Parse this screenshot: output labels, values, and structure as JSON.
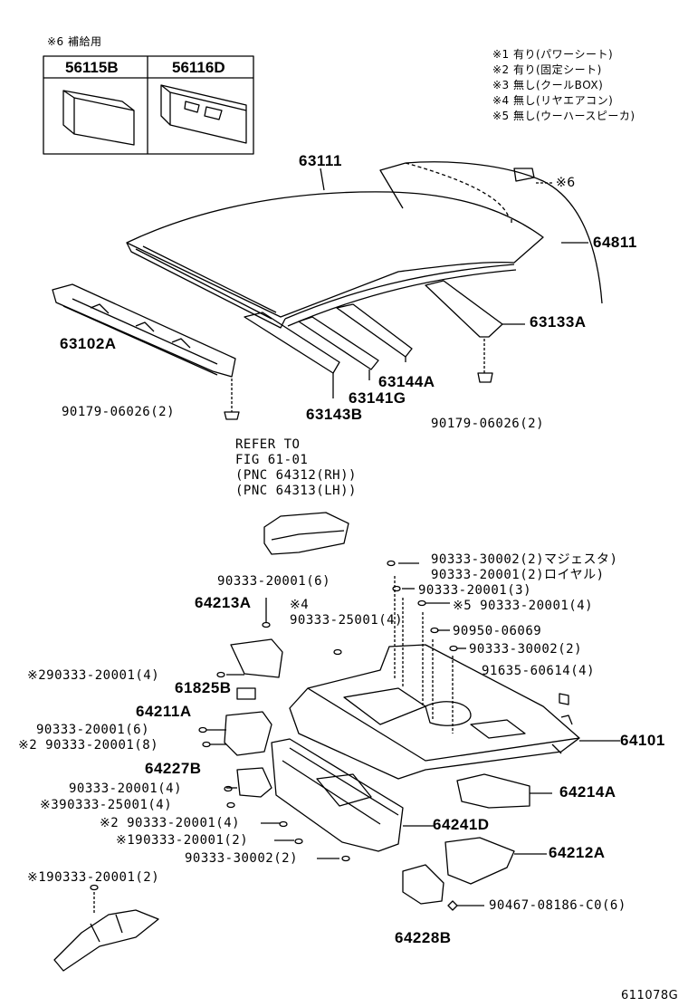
{
  "note6_title": "※6 補給用",
  "box_parts": [
    "56115B",
    "56116D"
  ],
  "legend": [
    "※1 有り(パワーシート)",
    "※2 有り(固定シート)",
    "※3 無し(クールBOX)",
    "※4 無し(リヤエアコン)",
    "※5 無し(ウーハースピーカ)"
  ],
  "mark6": "※6",
  "parts": {
    "p63111": "63111",
    "p64811": "64811",
    "p63133A": "63133A",
    "p63102A": "63102A",
    "p63144A": "63144A",
    "p63141G": "63141G",
    "p63143B": "63143B",
    "p64213A": "64213A",
    "p61825B": "61825B",
    "p64211A": "64211A",
    "p64227B": "64227B",
    "p64101": "64101",
    "p64214A": "64214A",
    "p64241D": "64241D",
    "p64212A": "64212A",
    "p64228B": "64228B"
  },
  "refer": [
    "REFER TO",
    "FIG 61-01",
    "(PNC 64312(RH))",
    "(PNC 64313(LH))"
  ],
  "fasteners": {
    "f_left_clip": "90179-06026(2)",
    "f_right_clip": "90179-06026(2)",
    "f_r1": "90333-30002(2)マジェスタ)",
    "f_r2": "90333-20001(2)ロイヤル)",
    "f_r3": "90333-20001(3)",
    "f_r4": "※5 90333-20001(4)",
    "f_r5": "90950-06069",
    "f_r6": "90333-30002(2)",
    "f_r7": "91635-60614(4)",
    "f_top": "90333-20001(6)",
    "f_4a": "※4",
    "f_4b": "90333-25001(4)",
    "f_l1": "※290333-20001(4)",
    "f_l2": "90333-20001(6)",
    "f_l3": "※2 90333-20001(8)",
    "f_l4": "90333-20001(4)",
    "f_l5": "※390333-25001(4)",
    "f_l6": "※2 90333-20001(4)",
    "f_l7": "※190333-20001(2)",
    "f_l8": "90333-30002(2)",
    "f_bottom": "※190333-20001(2)",
    "f_bolt": "90467-08186-C0(6)"
  },
  "figure_code": "611078G"
}
